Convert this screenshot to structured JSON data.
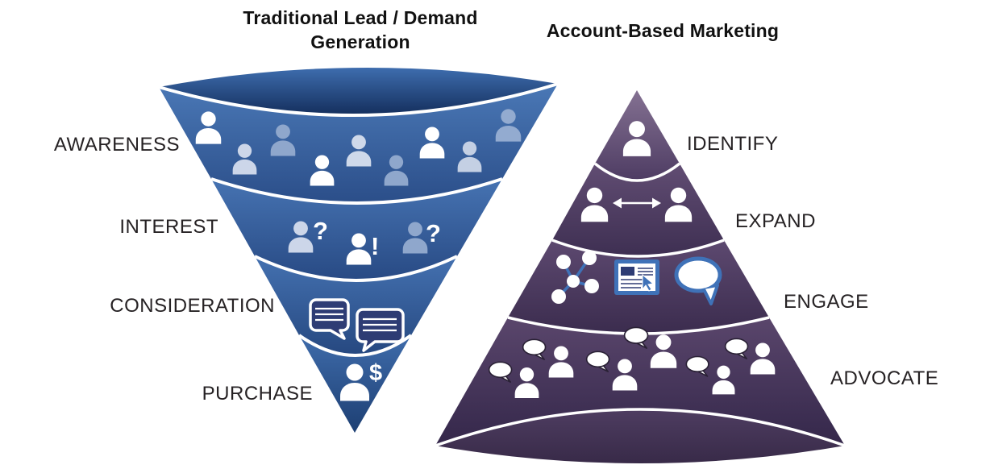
{
  "title_left": {
    "line1": "Traditional Lead / Demand",
    "line2": "Generation"
  },
  "title_right": "Account-Based Marketing",
  "funnel": {
    "name": "traditional-lead-demand-generation-funnel",
    "stages": [
      {
        "label": "AWARENESS",
        "icons": "people-crowd"
      },
      {
        "label": "INTEREST",
        "icons": "people-with-question-and-exclamation-marks"
      },
      {
        "label": "CONSIDERATION",
        "icons": "chat-message-bubbles"
      },
      {
        "label": "PURCHASE",
        "icons": "person-with-dollar-sign"
      }
    ],
    "glyphs": {
      "question_1": "?",
      "exclamation": "!",
      "question_2": "?",
      "dollar": "$"
    }
  },
  "pyramid": {
    "name": "account-based-marketing-pyramid",
    "stages": [
      {
        "label": "IDENTIFY",
        "icons": "single-person"
      },
      {
        "label": "EXPAND",
        "icons": "two-people-with-double-arrow"
      },
      {
        "label": "ENGAGE",
        "icons": "network-graph, web-document-with-cursor, speech-bubble"
      },
      {
        "label": "ADVOCATE",
        "icons": "people-with-speech-bubbles"
      }
    ]
  },
  "colors": {
    "background": "#ffffff",
    "title_color": "#111111",
    "text_color": "#262224",
    "funnel_blue": "#3a67a8",
    "funnel_dark_blue": "#152f5e",
    "person_white": "#ffffff",
    "person_light_blue": "#ccd6e9",
    "person_muted_blue": "#8fa7cc",
    "chat_bubble_navy": "#2e3c74",
    "pyramid_purple": "#4c3b5e",
    "pyramid_dark_purple": "#30243f",
    "engage_icon_blue": "#3f72b8"
  }
}
